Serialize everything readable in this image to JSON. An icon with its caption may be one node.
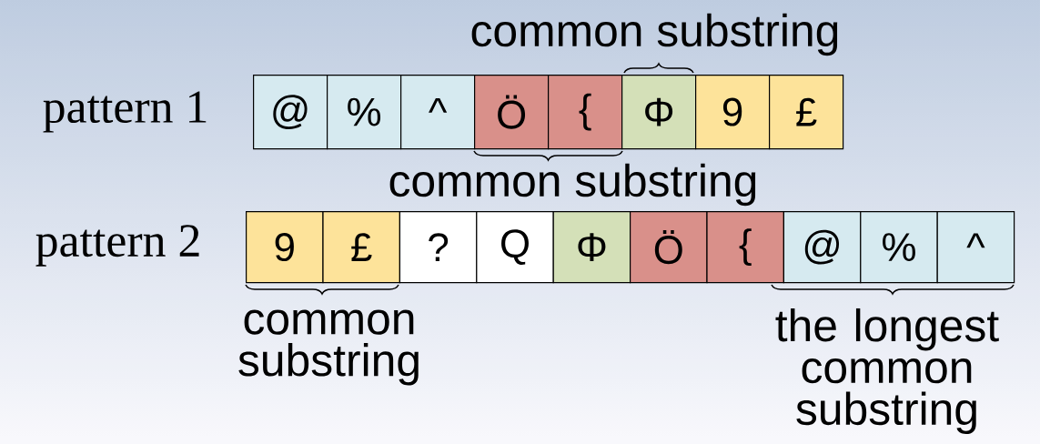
{
  "diagram": {
    "nodes": [
      {
        "text": [
          "@"
        ]
      },
      {
        "text": [
          "%"
        ]
      },
      {
        "text": [
          "^"
        ]
      },
      {
        "text": [
          "Ö"
        ]
      },
      {
        "text": [
          "{"
        ]
      },
      {
        "text": [
          "Φ"
        ]
      },
      {
        "text": [
          "9"
        ]
      },
      {
        "text": [
          "£"
        ]
      },
      {
        "text": [
          "9"
        ]
      },
      {
        "text": [
          "£"
        ]
      },
      {
        "text": [
          "?"
        ]
      },
      {
        "text": [
          "Q"
        ]
      },
      {
        "text": [
          "Φ"
        ]
      },
      {
        "text": [
          "Ö"
        ]
      },
      {
        "text": [
          "{"
        ]
      },
      {
        "text": [
          "@"
        ]
      },
      {
        "text": [
          "%"
        ]
      },
      {
        "text": [
          "^"
        ]
      }
    ],
    "labels": [
      "common substring",
      "pattern 1",
      "common substring",
      "pattern 2",
      "common substring",
      "the longest common substring"
    ]
  }
}
